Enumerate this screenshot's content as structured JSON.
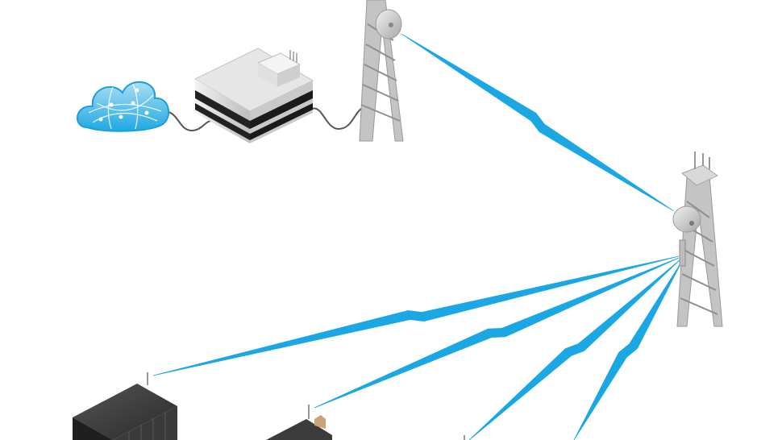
{
  "diagram": {
    "title": "",
    "colors": {
      "link": "#1aa7e3",
      "cloud_fill": "#5cc3ee",
      "cloud_light": "#a9def5",
      "tower": "#b9b9b9",
      "tower_dark": "#8e8e8e",
      "server_top": "#dcdcdc",
      "server_stripe": "#222222",
      "cable": "#555555",
      "building": "#2e2e2e",
      "house_chimney": "#c9a37a"
    },
    "nodes": [
      {
        "id": "internet-cloud",
        "kind": "cloud",
        "label": ""
      },
      {
        "id": "data-center",
        "kind": "server-building",
        "label": ""
      },
      {
        "id": "backhaul-tower",
        "kind": "tower-with-dish",
        "label": ""
      },
      {
        "id": "distribution-tower",
        "kind": "tower-with-dish-and-sector",
        "label": ""
      },
      {
        "id": "office-building",
        "kind": "building",
        "label": ""
      },
      {
        "id": "house",
        "kind": "house",
        "label": ""
      },
      {
        "id": "client-3",
        "kind": "client-antenna",
        "label": ""
      },
      {
        "id": "client-4",
        "kind": "client-antenna",
        "label": ""
      }
    ],
    "links": [
      {
        "from": "internet-cloud",
        "to": "data-center",
        "type": "wired"
      },
      {
        "from": "data-center",
        "to": "backhaul-tower",
        "type": "wired"
      },
      {
        "from": "backhaul-tower",
        "to": "distribution-tower",
        "type": "wireless"
      },
      {
        "from": "distribution-tower",
        "to": "office-building",
        "type": "wireless"
      },
      {
        "from": "distribution-tower",
        "to": "house",
        "type": "wireless"
      },
      {
        "from": "distribution-tower",
        "to": "client-3",
        "type": "wireless"
      },
      {
        "from": "distribution-tower",
        "to": "client-4",
        "type": "wireless"
      }
    ]
  }
}
